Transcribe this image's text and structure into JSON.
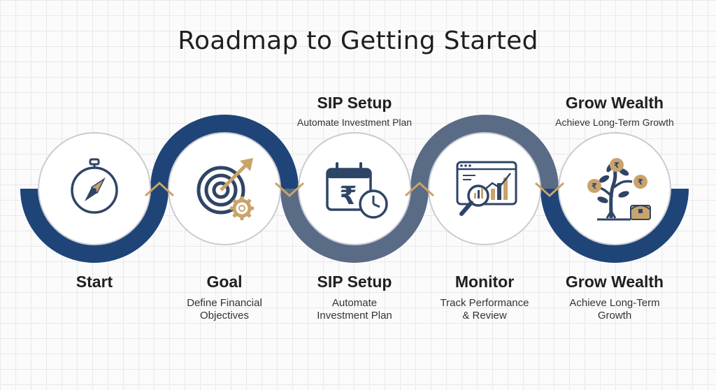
{
  "title": "Roadmap to Getting Started",
  "colors": {
    "navy": "#1f4478",
    "slate": "#5a6b86",
    "gold": "#c9a36a",
    "iconDark": "#2f4567"
  },
  "top_labels": [
    {
      "title": "SIP Setup",
      "subtitle": "Automate Investment Plan"
    },
    {
      "title": "Grow Wealth",
      "subtitle": "Achieve Long-Term Growth"
    }
  ],
  "steps": [
    {
      "title": "Start",
      "desc_line1": "",
      "desc_line2": "",
      "icon": "compass-icon"
    },
    {
      "title": "Goal",
      "desc_line1": "Define Financial",
      "desc_line2": "Objectives",
      "icon": "target-gear-icon"
    },
    {
      "title": "SIP Setup",
      "desc_line1": "Automate",
      "desc_line2": "Investment Plan",
      "icon": "rupee-calendar-icon"
    },
    {
      "title": "Monitor",
      "desc_line1": "Track Performance",
      "desc_line2": "& Review",
      "icon": "analytics-magnifier-icon"
    },
    {
      "title": "Grow Wealth",
      "desc_line1": "Achieve Long-Term",
      "desc_line2": "Growth",
      "icon": "money-tree-icon"
    }
  ]
}
